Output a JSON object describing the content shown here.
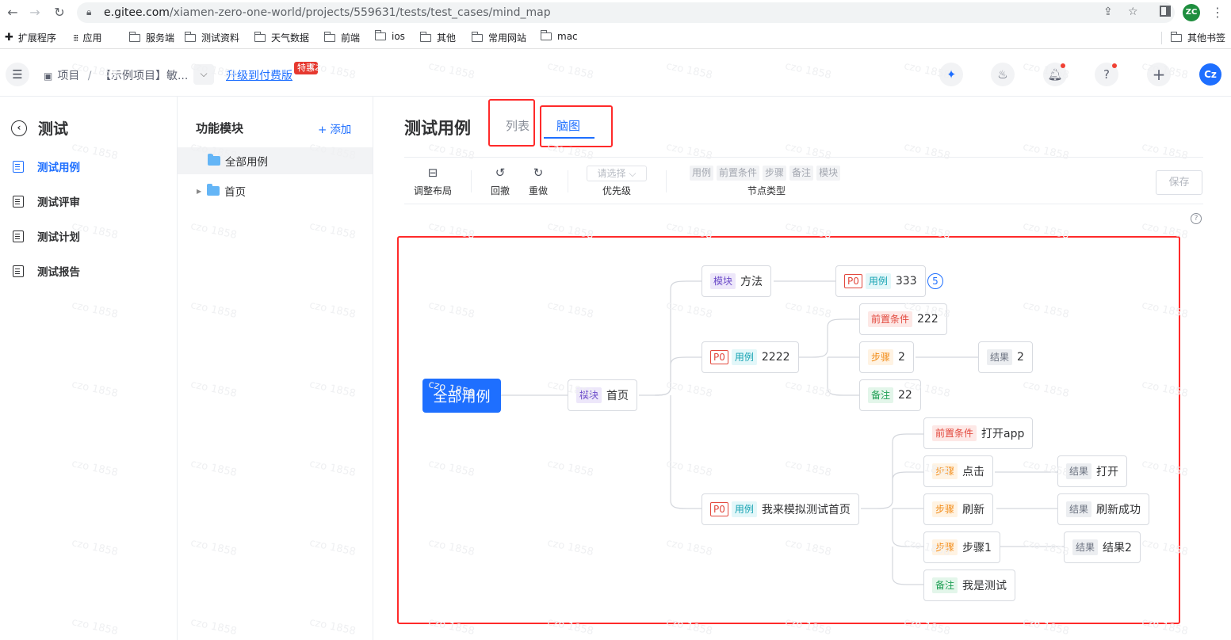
{
  "browser": {
    "url_host": "e.gitee.com",
    "url_path": "/xiamen-zero-one-world/projects/559631/tests/test_cases/mind_map",
    "profile_initials": "ZC",
    "bookmarks": [
      "扩展程序",
      "应用",
      "服务端",
      "测试资料",
      "天气数据",
      "前端",
      "ios",
      "其他",
      "常用网站",
      "mac"
    ],
    "other_bookmarks": "其他书签"
  },
  "header": {
    "breadcrumb_root": "项目",
    "breadcrumb_sep": "/",
    "project_name": "【示例项目】敏...",
    "upgrade_label": "升级到付费版",
    "promo_badge": "特惠",
    "user_initials": "Cz"
  },
  "sidebar": {
    "title": "测试",
    "items": [
      {
        "label": "测试用例",
        "active": true
      },
      {
        "label": "测试评审",
        "active": false
      },
      {
        "label": "测试计划",
        "active": false
      },
      {
        "label": "测试报告",
        "active": false
      }
    ]
  },
  "modules": {
    "title": "功能模块",
    "add_label": "添加",
    "rows": [
      "全部用例",
      "首页"
    ]
  },
  "main": {
    "title": "测试用例",
    "tab_list": "列表",
    "tab_mind": "脑图",
    "active_tab": "脑图"
  },
  "toolbar": {
    "layout": "调整布局",
    "undo": "回撤",
    "redo": "重做",
    "priority_placeholder": "请选择",
    "priority": "优先级",
    "node_types": [
      "用例",
      "前置条件",
      "步骤",
      "备注",
      "模块"
    ],
    "node_type_label": "节点类型",
    "save": "保存"
  },
  "mindmap": {
    "root": "全部用例",
    "tags": {
      "module": "模块",
      "case": "用例",
      "pre": "前置条件",
      "step": "步骤",
      "note": "备注",
      "result": "结果",
      "p0": "P0"
    },
    "nodes": {
      "home": "首页",
      "method": "方法",
      "case333": "333",
      "case333_count": "5",
      "case2222": "2222",
      "pre222": "222",
      "step2": "2",
      "res2": "2",
      "note22": "22",
      "case_home": "我来模拟测试首页",
      "pre_open": "打开app",
      "step_click": "点击",
      "res_open": "打开",
      "step_refresh": "刷新",
      "res_refresh": "刷新成功",
      "step1": "步骤1",
      "res2b": "结果2",
      "note_test": "我是测试"
    }
  },
  "watermark": "czo 1858"
}
